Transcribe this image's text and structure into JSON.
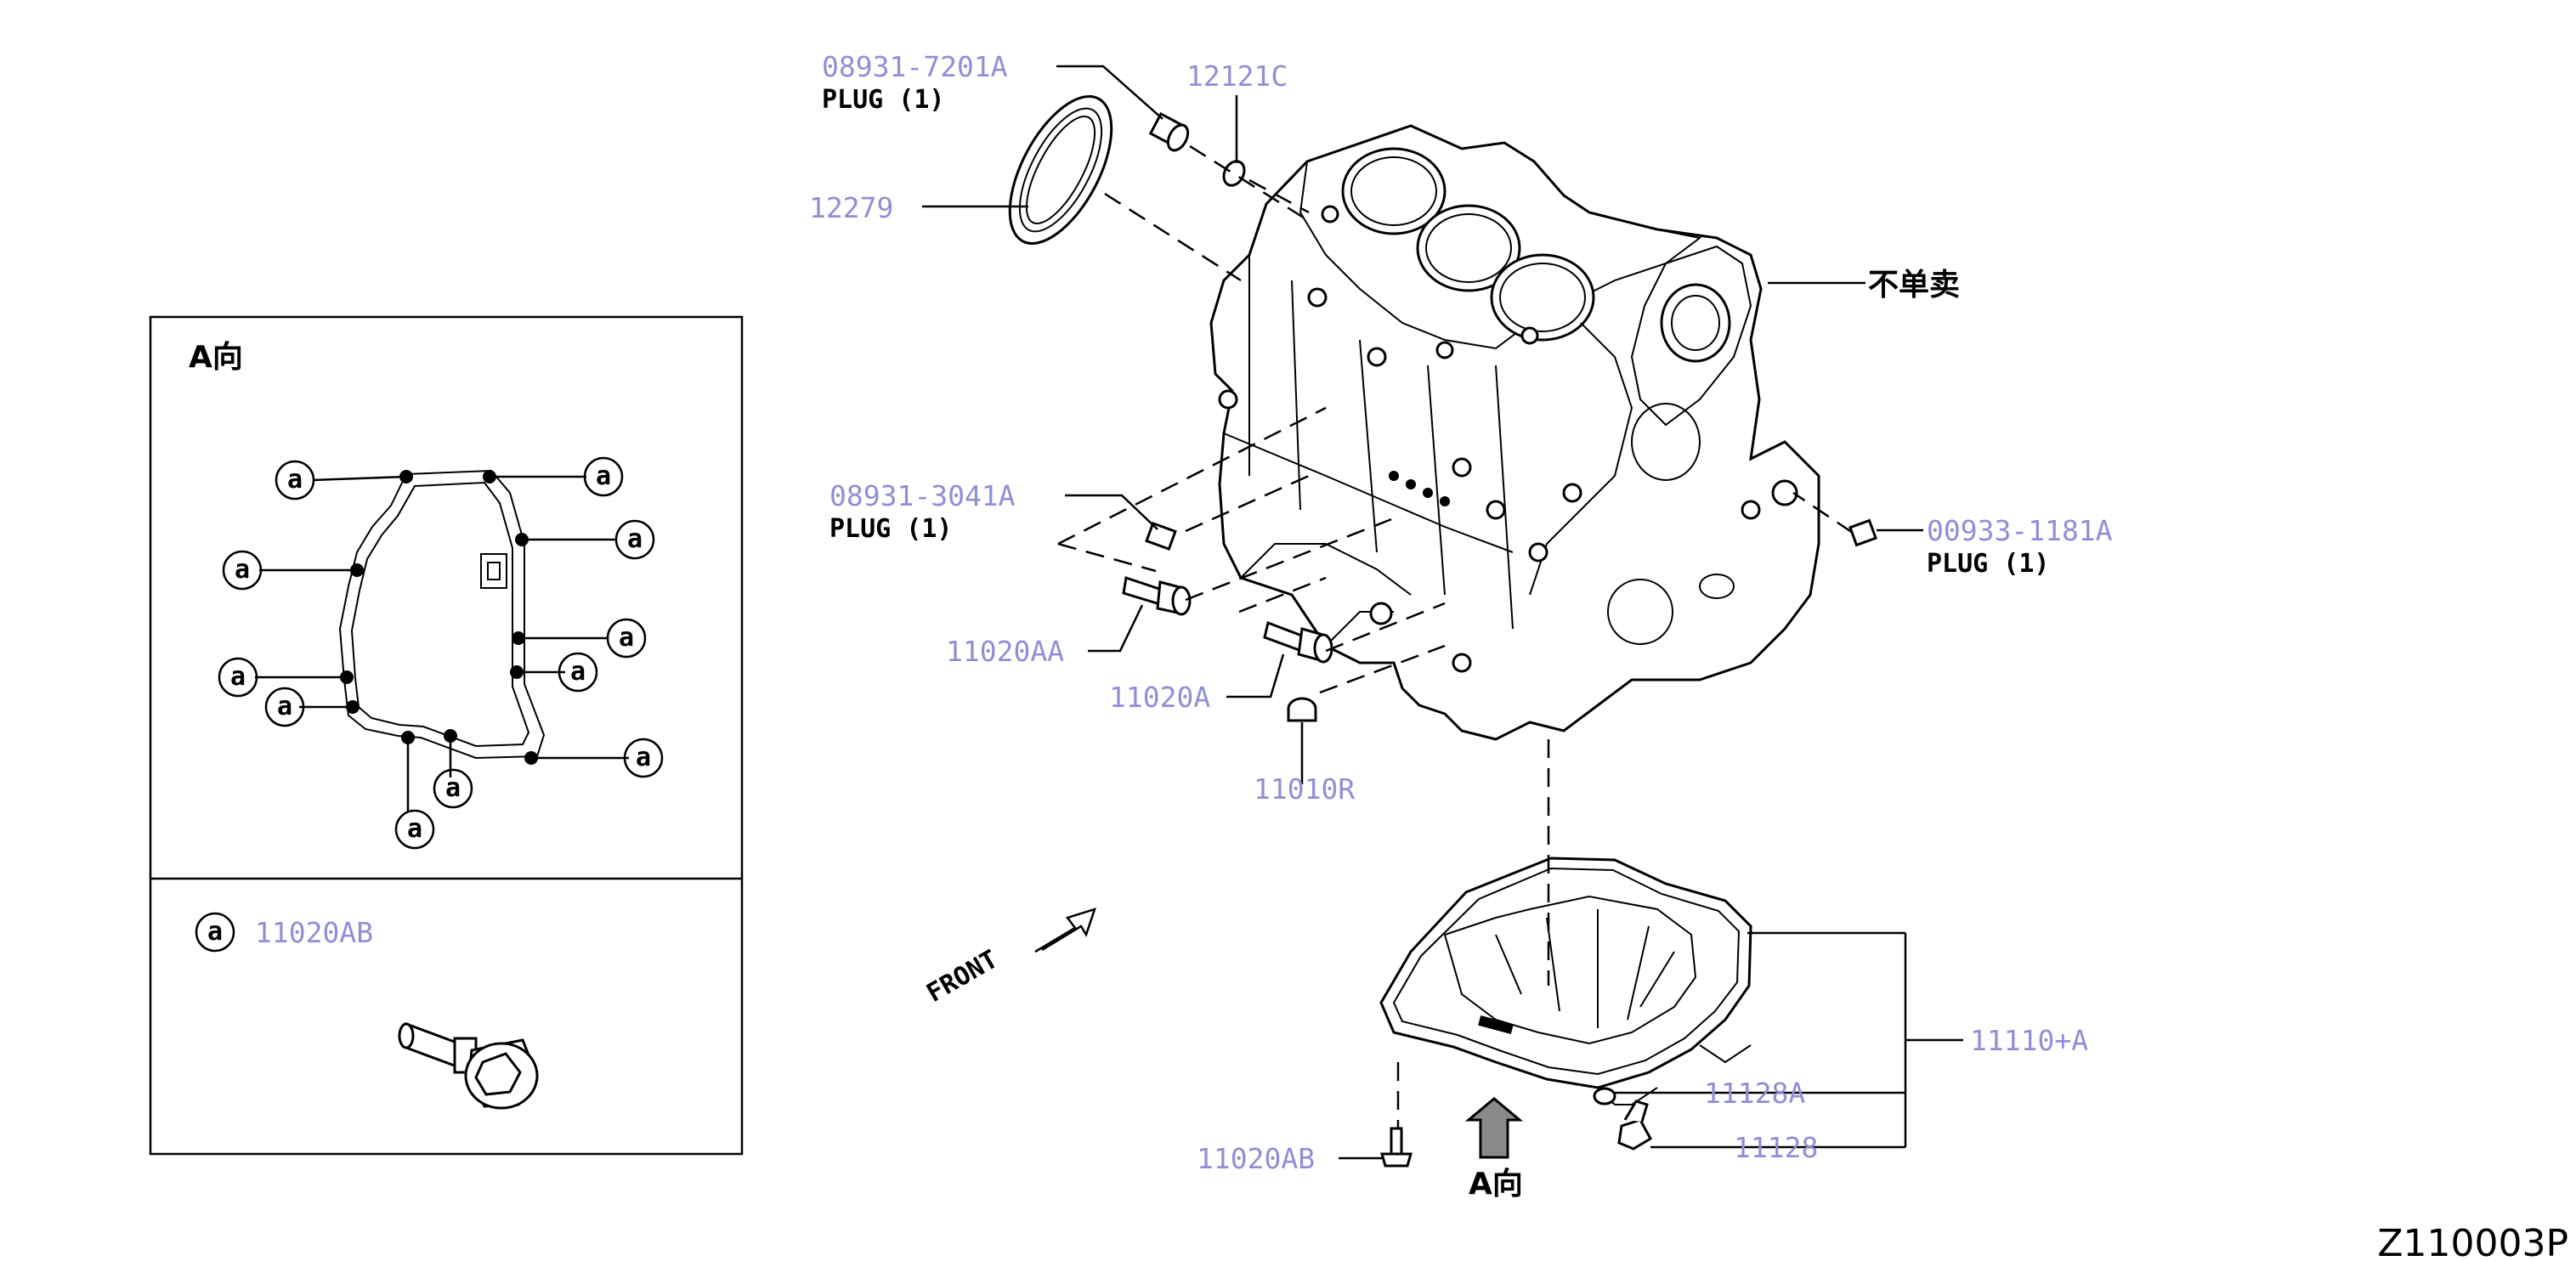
{
  "callouts": {
    "plug_top_number": "08931-7201A",
    "plug_top_label": "PLUG (1)",
    "seal_ring": "12121C",
    "oil_seal": "12279",
    "not_sold": "不单卖",
    "plug_left_number": "08931-3041A",
    "plug_left_label": "PLUG (1)",
    "plug_right_number": "00933-1181A",
    "plug_right_label": "PLUG (1)",
    "bolt_aa": "11020AA",
    "bolt_a": "11020A",
    "dowel": "11010R",
    "oil_pan": "11110+A",
    "gasket": "11128A",
    "drain_plug": "11128",
    "pan_bolt": "11020AB",
    "front_label": "FRONT",
    "view_a_bottom": "A向"
  },
  "detail_panel": {
    "title": "A向",
    "legend_symbol": "a",
    "legend_part": "11020AB"
  },
  "footer": {
    "diagram_code": "Z110003P"
  }
}
